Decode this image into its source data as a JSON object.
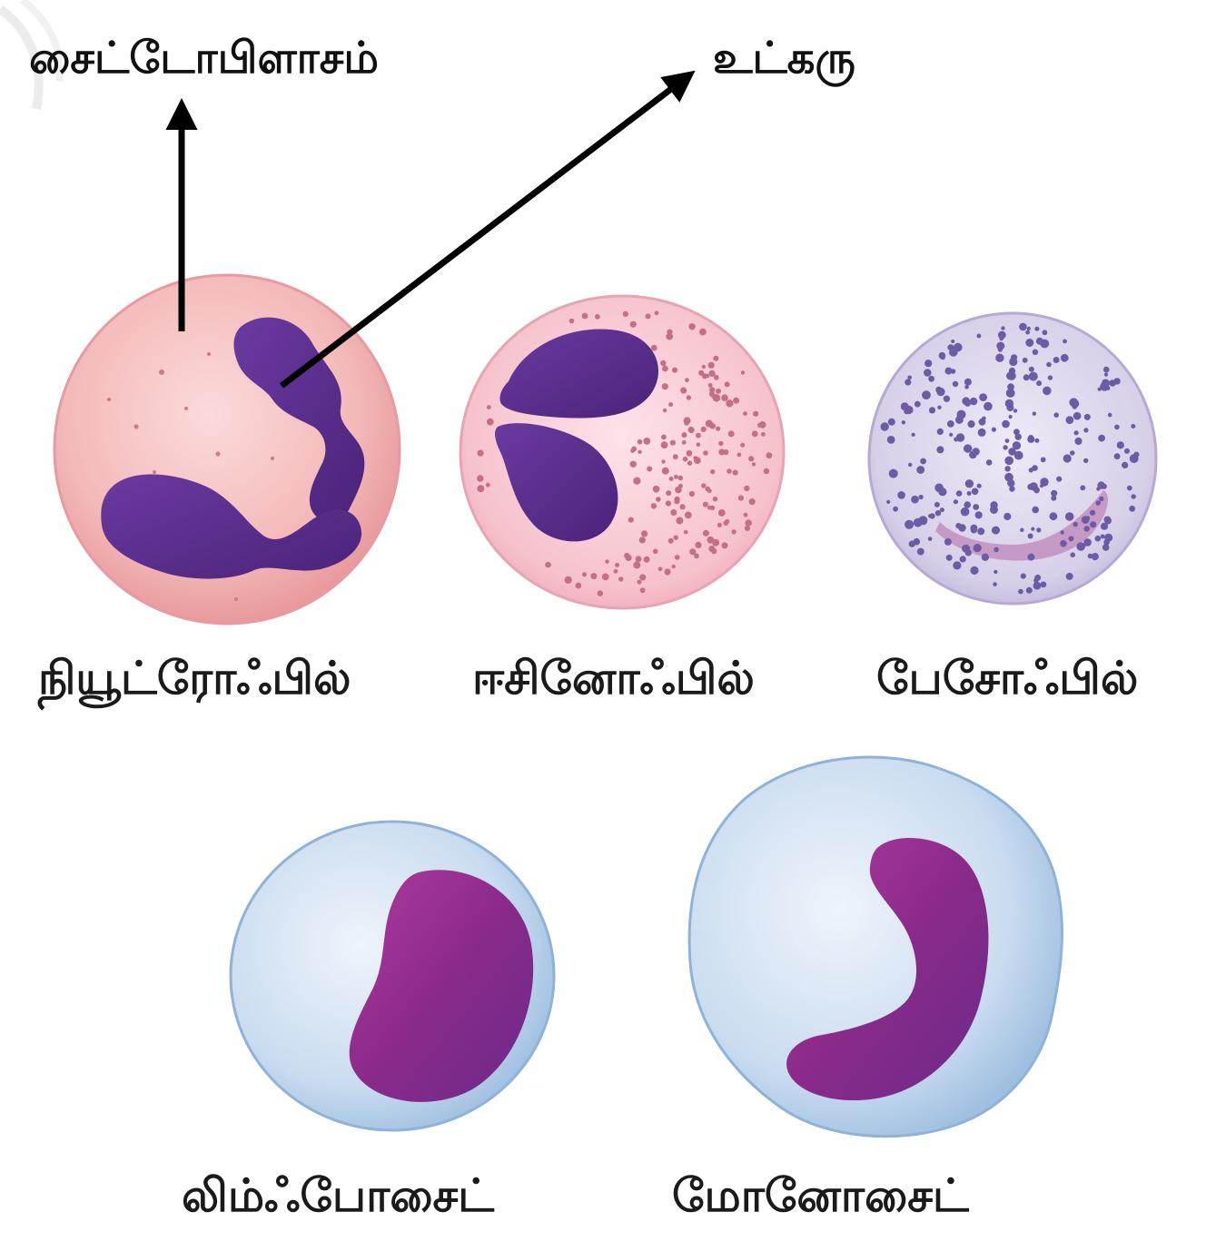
{
  "pointer_labels": {
    "cytoplasm": "சைட்டோபிளாசம்",
    "nucleus": "உட்கரு"
  },
  "cells": [
    {
      "id": "neutrophil",
      "label": "நியூட்ரோஃபில்"
    },
    {
      "id": "eosinophil",
      "label": "ஈசினோஃபில்"
    },
    {
      "id": "basophil",
      "label": "பேசோஃபில்"
    },
    {
      "id": "lymphocyte",
      "label": "லிம்ஃபோசைட்"
    },
    {
      "id": "monocyte",
      "label": "மோனோசைட்"
    }
  ],
  "colors": {
    "neutrophil_cytoplasm": "#f3b8b8",
    "eosinophil_cytoplasm": "#f7c6cf",
    "basophil_cytoplasm": "#dcd6ec",
    "agranulocyte_cytoplasm": "#c9dcef",
    "nucleus_purple": "#5a2c8c",
    "nucleus_magenta": "#9b2f8f",
    "arrow": "#000000"
  }
}
